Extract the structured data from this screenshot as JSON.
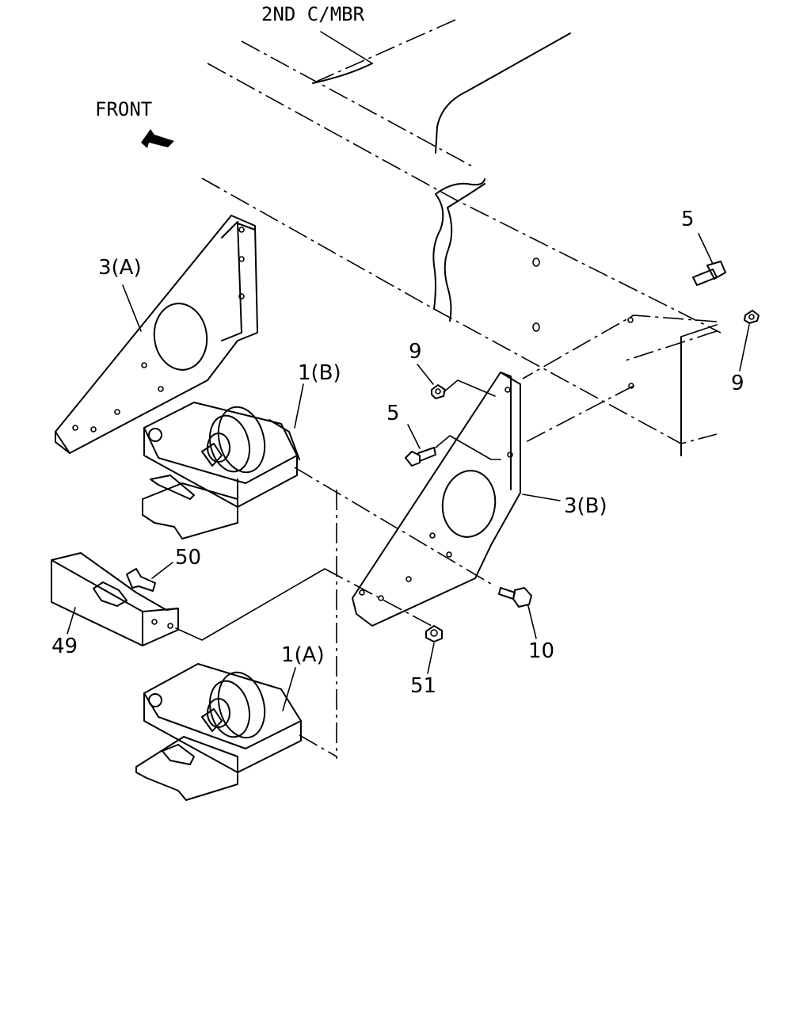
{
  "labels": {
    "member": "2ND C/MBR",
    "front": "FRONT",
    "bracket_a": "3(A)",
    "bracket_b": "3(B)",
    "mount_b": "1(B)",
    "mount_a": "1(A)",
    "bolt_upper_right": "5",
    "nut_upper_right": "9",
    "nut_mid": "9",
    "bolt_mid": "5",
    "bolt_10": "10",
    "nut_51": "51",
    "bolt_50": "50",
    "shield_49": "49"
  }
}
